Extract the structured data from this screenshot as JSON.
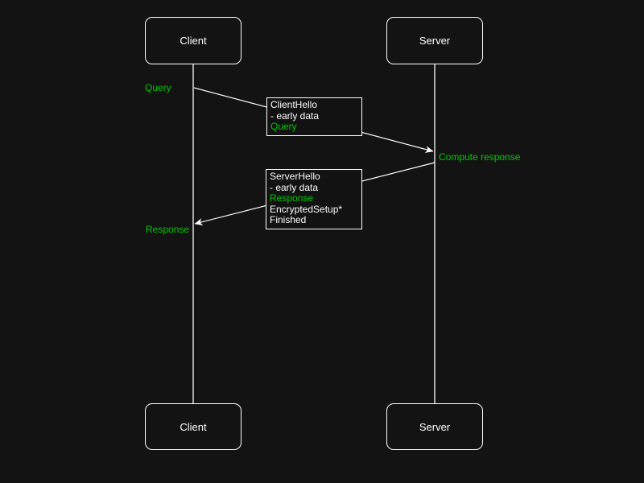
{
  "colors": {
    "background": "#131313",
    "line": "#ffffff",
    "text": "#ffffff",
    "highlight_green": "#00c800"
  },
  "participants": {
    "client_top": "Client",
    "server_top": "Server",
    "client_bottom": "Client",
    "server_bottom": "Server"
  },
  "annotations": {
    "query": "Query",
    "compute_response": "Compute response",
    "response": "Response"
  },
  "messages": {
    "request": {
      "lines": [
        {
          "text": "ClientHello",
          "highlighted": false
        },
        {
          "text": "- early data",
          "highlighted": false
        },
        {
          "text": "Query",
          "highlighted": true
        }
      ]
    },
    "reply": {
      "lines": [
        {
          "text": "ServerHello",
          "highlighted": false
        },
        {
          "text": "- early data",
          "highlighted": false
        },
        {
          "text": "Response",
          "highlighted": true
        },
        {
          "text": "EncryptedSetup*",
          "highlighted": false
        },
        {
          "text": "Finished",
          "highlighted": false
        }
      ]
    }
  }
}
